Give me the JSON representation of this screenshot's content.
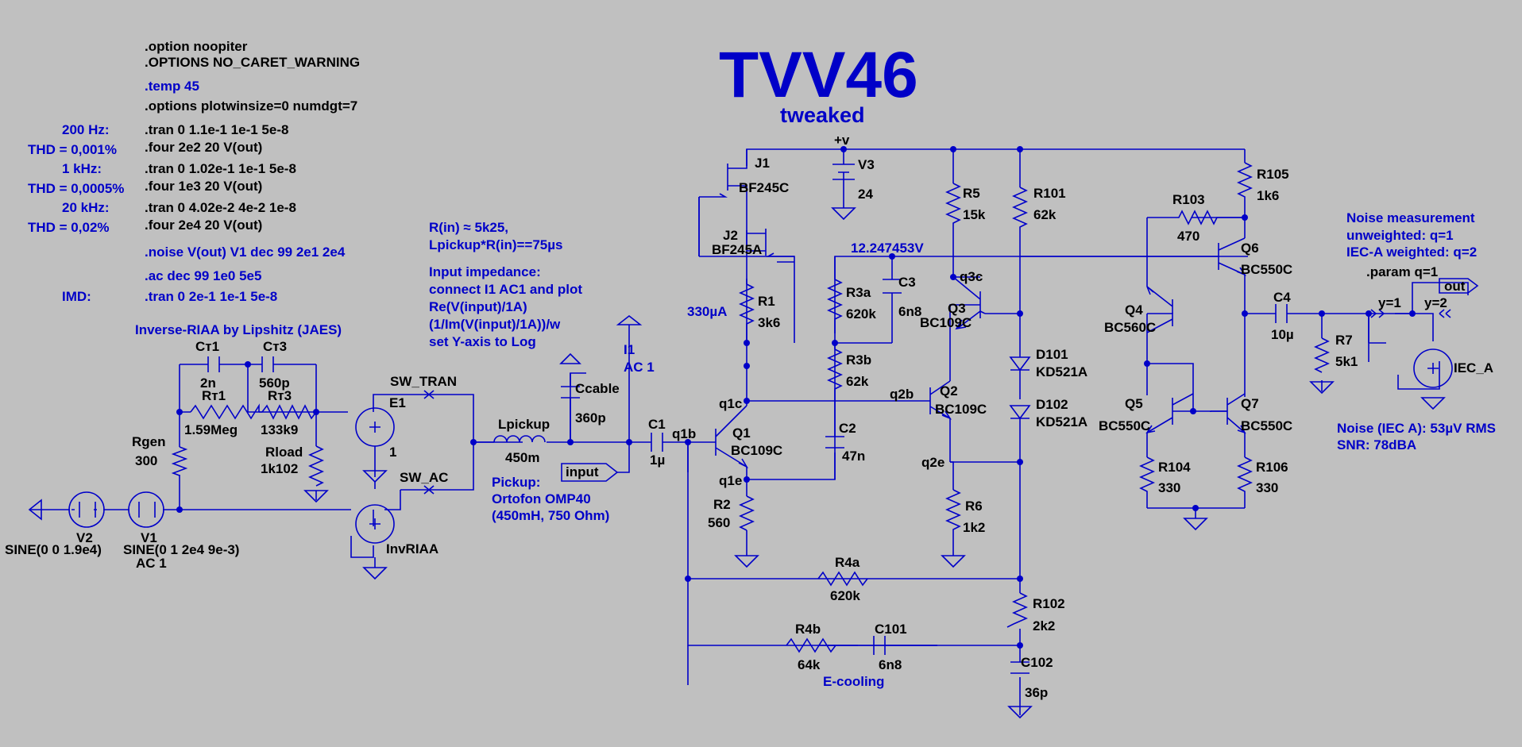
{
  "title": "TVV46",
  "subtitle": "tweaked",
  "directives": [
    ".option noopiter",
    ".OPTIONS NO_CARET_WARNING",
    ".temp 45",
    ".options plotwinsize=0 numdgt=7",
    ".tran 0 1.1e-1 1e-1 5e-8",
    ".four 2e2 20 V(out)",
    ".tran 0 1.02e-1 1e-1 5e-8",
    ".four 1e3 20 V(out)",
    ".tran 0 4.02e-2 4e-2 1e-8",
    ".four 2e4 20 V(out)",
    ".noise V(out) V1 dec 99 2e1 2e4",
    ".ac dec 99 1e0 5e5",
    ".tran 0 2e-1 1e-1 5e-8"
  ],
  "side_notes": [
    "200 Hz:",
    "THD = 0,001%",
    "1 kHz:",
    "THD = 0,0005%",
    "20 kHz:",
    "THD = 0,02%",
    "IMD:"
  ],
  "notes": {
    "rin_1": "R(in) ≈ 5k25,",
    "rin_2": "Lpickup*R(in)==75µs",
    "imp_1": "Input impedance:",
    "imp_2": "connect I1 AC1 and plot",
    "imp_3": "Re(V(input)/1A)",
    "imp_4": "(1/Im(V(input)/1A))/w",
    "imp_5": "set Y-axis to Log",
    "riaa": "Inverse-RIAA by Lipshitz (JAES)",
    "pickup_1": "Pickup:",
    "pickup_2": "Ortofon OMP40",
    "pickup_3": "(450mH, 750 Ohm)",
    "noise_1": "Noise measurement",
    "noise_2": "unweighted: q=1",
    "noise_3": "IEC-A weighted: q=2",
    "noise_res_1": "Noise (IEC A): 53µV RMS",
    "noise_res_2": "SNR: 78dBA",
    "ecool": "E-cooling",
    "current": "330µA",
    "voltage": "12.247453V"
  },
  "labels": {
    "ct1": "Cт1",
    "ct1v": "2n",
    "ct3": "Cт3",
    "ct3v": "560p",
    "rt1": "Rт1",
    "rt1v": "1.59Meg",
    "rt3": "Rт3",
    "rt3v": "133k9",
    "rgen": "Rgen",
    "rgenv": "300",
    "rload": "Rload",
    "rloadv": "1k102",
    "e1": "E1",
    "e1v": "1",
    "sw_tran": "SW_TRAN",
    "sw_ac": "SW_AC",
    "invriaa": "InvRIAA",
    "v2": "V2",
    "v2v": "SINE(0 0 1.9e4)",
    "v1": "V1",
    "v1v": "SINE(0 1 2e4 9e-3)",
    "v1ac": "AC 1",
    "lpickup": "Lpickup",
    "lpickupv": "450m",
    "ccable": "Ccable",
    "ccablev": "360p",
    "i1": "I1",
    "i1v": "AC 1",
    "input": "input",
    "c1": "C1",
    "c1v": "1µ",
    "q1b": "q1b",
    "j1": "J1",
    "j1v": "BF245C",
    "j2": "J2",
    "j2v": "BF245A",
    "r1": "R1",
    "r1v": "3k6",
    "q1c": "q1c",
    "q1": "Q1",
    "q1v": "BC109C",
    "q1e": "q1e",
    "r2": "R2",
    "r2v": "560",
    "v3": "V3",
    "v3v": "24",
    "plusv": "+v",
    "r3a": "R3a",
    "r3av": "620k",
    "c3": "C3",
    "c3v": "6n8",
    "r3b": "R3b",
    "r3bv": "62k",
    "c2": "C2",
    "c2v": "47n",
    "r5": "R5",
    "r5v": "15k",
    "q3c": "q3c",
    "q3": "Q3",
    "q3v": "BC109C",
    "q2b": "q2b",
    "q2": "Q2",
    "q2v": "BC109C",
    "q2e": "q2e",
    "r6": "R6",
    "r6v": "1k2",
    "r101": "R101",
    "r101v": "62k",
    "d101": "D101",
    "d101v": "KD521A",
    "d102": "D102",
    "d102v": "KD521A",
    "r4a": "R4a",
    "r4av": "620k",
    "r102": "R102",
    "r102v": "2k2",
    "r4b": "R4b",
    "r4bv": "64k",
    "c101": "C101",
    "c101v": "6n8",
    "c102": "C102",
    "c102v": "36p",
    "r103": "R103",
    "r103v": "470",
    "r105": "R105",
    "r105v": "1k6",
    "q6": "Q6",
    "q6v": "BC550C",
    "q4": "Q4",
    "q4v": "BC560C",
    "q5": "Q5",
    "q5v": "BC550C",
    "q7": "Q7",
    "q7v": "BC550C",
    "r104": "R104",
    "r104v": "330",
    "r106": "R106",
    "r106v": "330",
    "c4": "C4",
    "c4v": "10µ",
    "r7": "R7",
    "r7v": "5k1",
    "param": ".param q=1",
    "y1": "y=1",
    "y2": "y=2",
    "out": "out",
    "iec_a": "IEC_A"
  }
}
